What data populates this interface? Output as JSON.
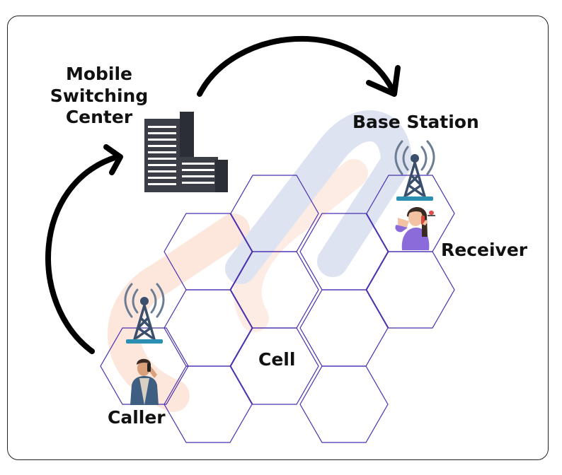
{
  "labels": {
    "msc": "Mobile\nSwitching\nCenter",
    "base_station": "Base Station",
    "receiver": "Receiver",
    "cell": "Cell",
    "caller": "Caller"
  },
  "icons": [
    "office-building-icon",
    "cell-tower-icon",
    "stressed-woman-phone-icon",
    "man-on-phone-icon",
    "watermark-logo-icon"
  ],
  "colors": {
    "hex_stroke": "#4a2fb0",
    "tower": "#3a4f6b",
    "tower_waves": "#6b7c93",
    "tower_base": "#2a8fb0",
    "building": "#3b3d47",
    "arrow": "#000000",
    "watermark_blue": "#dde3f1",
    "watermark_orange": "#fde7dc"
  }
}
